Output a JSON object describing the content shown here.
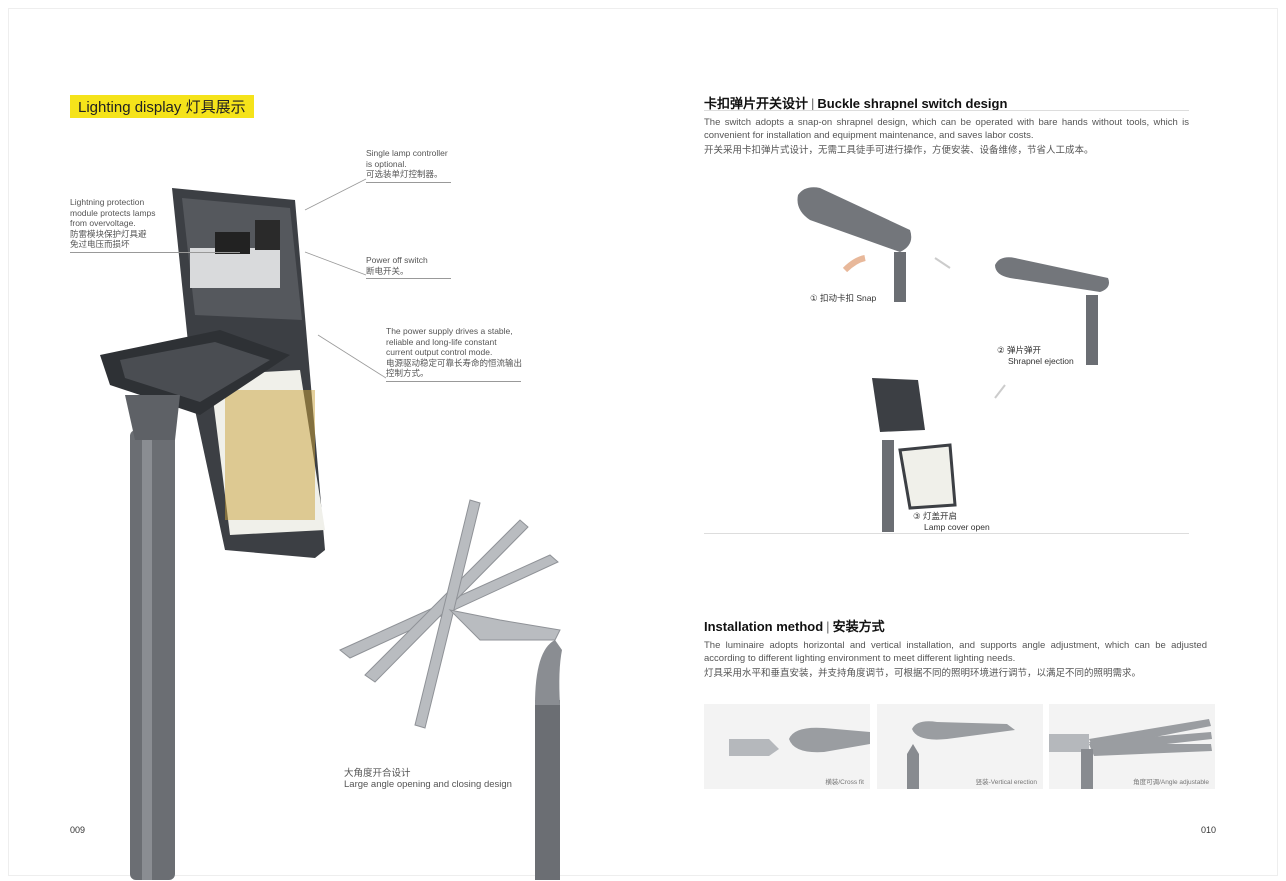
{
  "left_page": {
    "section_tag": "Lighting display 灯具展示",
    "callouts": {
      "controller": [
        "Single lamp controller",
        "is optional.",
        "可选装单灯控制器。"
      ],
      "lightning": [
        "Lightning protection",
        "module protects lamps",
        "from overvoltage.",
        "防雷模块保护灯具避",
        "免过电压而损坏"
      ],
      "switch": [
        "Power off switch",
        "断电开关。"
      ],
      "power": [
        "The power supply drives a stable,",
        "reliable and long-life constant",
        "current output control mode.",
        "电源驱动稳定可靠长寿命的恒流输出",
        "控制方式。"
      ]
    },
    "angle_caption": [
      "大角度开合设计",
      "Large angle opening and closing design"
    ],
    "page_number": "009"
  },
  "right_page": {
    "buckle": {
      "title_cn": "卡扣弹片开关设计",
      "title_sep": "|",
      "title_en": "Buckle shrapnel switch design",
      "desc_en": "The switch adopts a snap-on shrapnel design, which can be operated with bare hands without tools, which is convenient for installation and equipment maintenance, and saves labor costs.",
      "desc_cn": "开关采用卡扣弹片式设计，无需工具徒手可进行操作，方便安装、设备维修，节省人工成本。",
      "steps": [
        {
          "line1": "① 扣动卡扣 Snap",
          "line2": ""
        },
        {
          "line1": "② 弹片弹开",
          "line2": "Shrapnel ejection"
        },
        {
          "line1": "③ 灯盖开启",
          "line2": "Lamp cover open"
        }
      ]
    },
    "install": {
      "title_en": "Installation method",
      "title_sep": "|",
      "title_cn": "安装方式",
      "desc_en": "The luminaire adopts horizontal and vertical installation, and supports angle adjustment, which can be adjusted according to different lighting environment to meet different lighting needs.",
      "desc_cn": "灯具采用水平和垂直安装，并支持角度调节，可根据不同的照明环境进行调节，以满足不同的照明需求。",
      "images": [
        "横装/Cross fit",
        "竖装-Vertical erection",
        "角度可调/Angle adjustable"
      ]
    },
    "page_number": "010"
  }
}
